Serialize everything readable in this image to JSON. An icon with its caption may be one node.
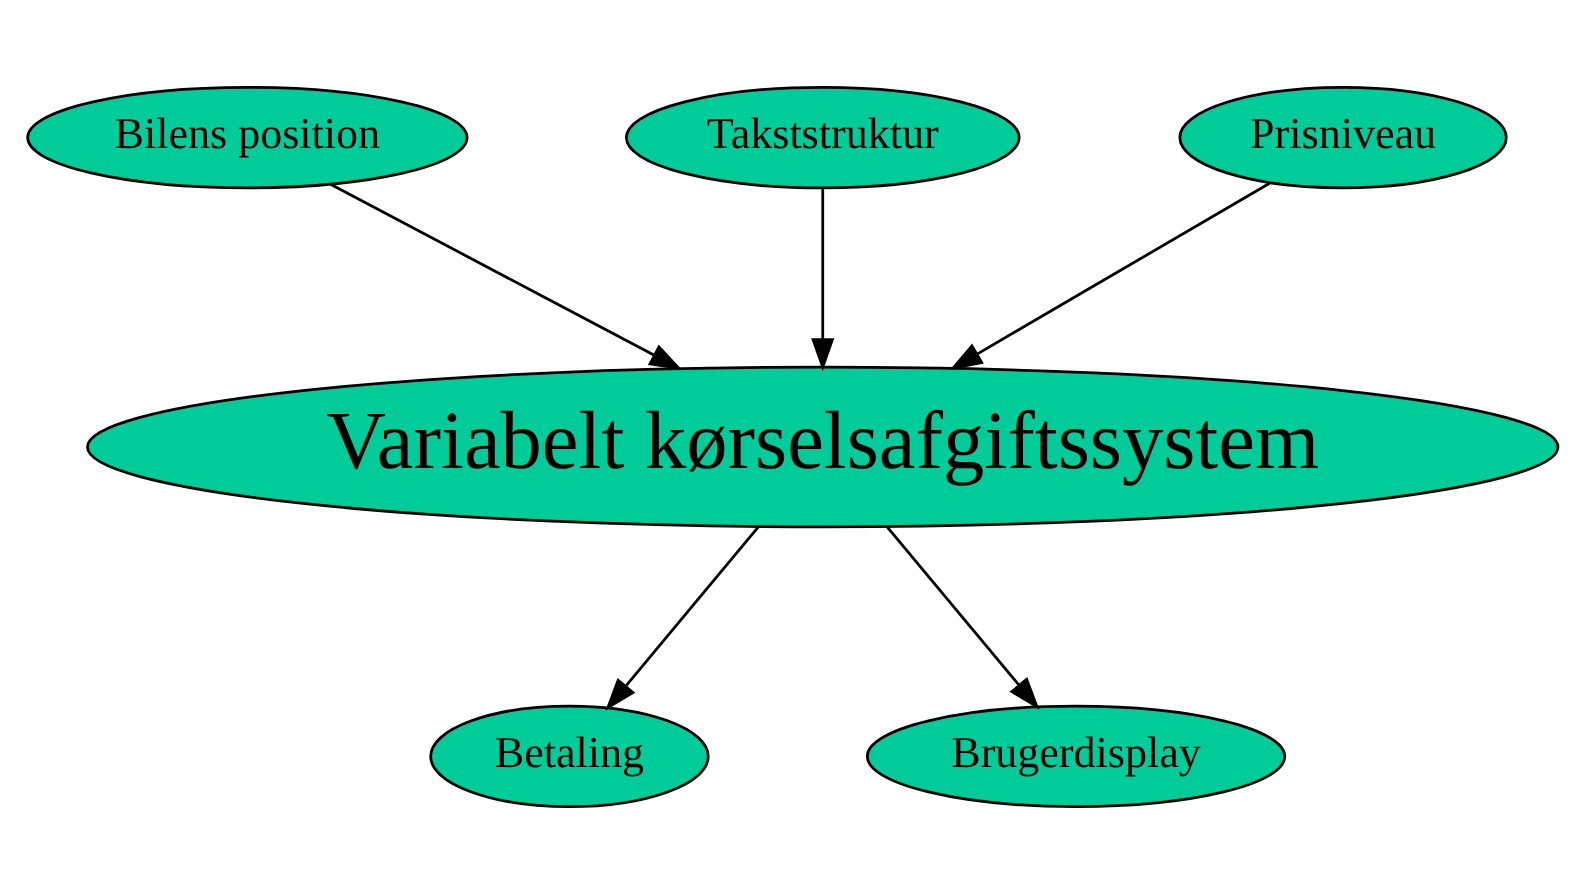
{
  "diagram": {
    "nodes": [
      {
        "text": [
          "Bilens position"
        ]
      },
      {
        "text": [
          "Takststruktur"
        ]
      },
      {
        "text": [
          "Prisniveau"
        ]
      },
      {
        "text": [
          "Variabelt kørselsafgiftssystem"
        ]
      },
      {
        "text": [
          "Betaling"
        ]
      },
      {
        "text": [
          "Brugerdisplay"
        ]
      }
    ],
    "edges": [
      {
        "from": 0,
        "to": 3,
        "arrow": "to"
      },
      {
        "from": 1,
        "to": 3,
        "arrow": "to"
      },
      {
        "from": 2,
        "to": 3,
        "arrow": "to"
      },
      {
        "from": 3,
        "to": 4,
        "arrow": "to"
      },
      {
        "from": 3,
        "to": 5,
        "arrow": "to"
      }
    ]
  }
}
